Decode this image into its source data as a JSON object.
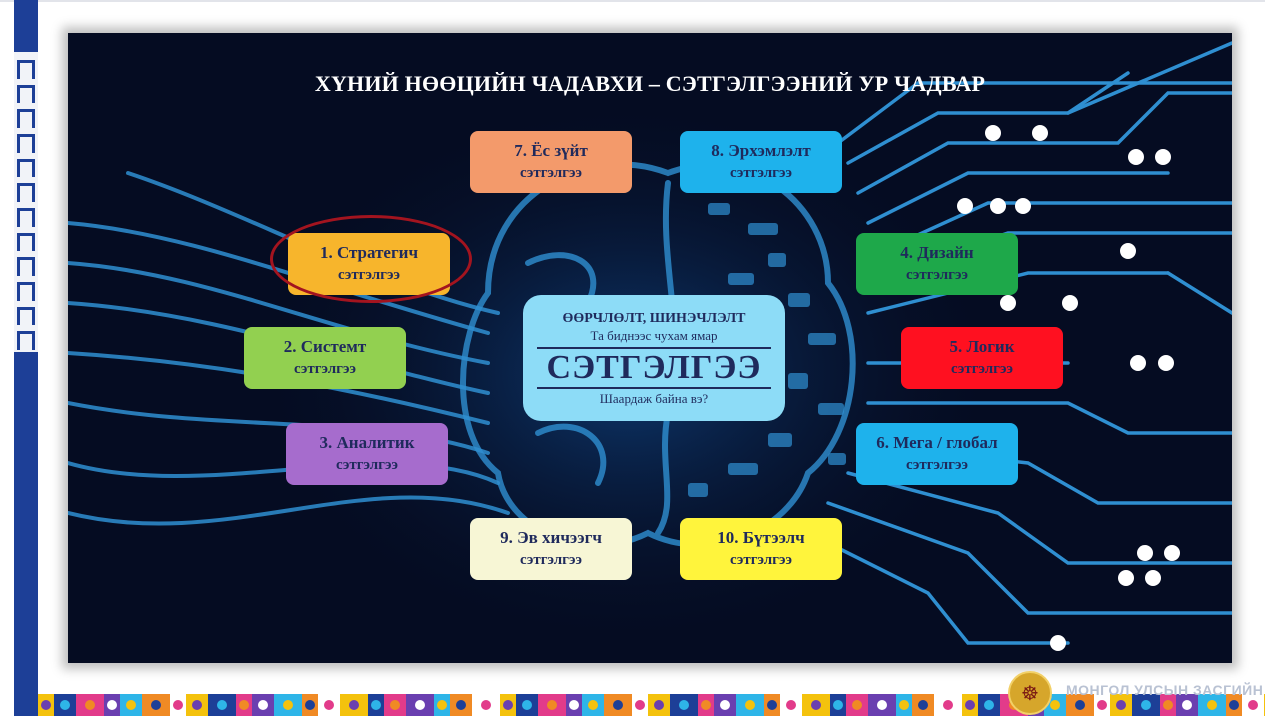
{
  "slide": {
    "title": "ХҮНИЙ НӨӨЦИЙН ЧАДАВХИ – СЭТГЭЛГЭЭНИЙ УР ЧАДВАР",
    "center": {
      "line1": "ӨӨРЧЛӨЛТ, ШИНЭЧЛЭЛТ",
      "line2": "Та биднээс чухам ямар",
      "line3": "СЭТГЭЛГЭЭ",
      "line4": "Шаардаж байна вэ?"
    },
    "boxes": [
      {
        "title": "1. Стратегич",
        "sub": "сэтгэлгээ",
        "color": "#f7b52c",
        "highlighted": true
      },
      {
        "title": "2. Системт",
        "sub": "сэтгэлгээ",
        "color": "#92d050"
      },
      {
        "title": "3. Аналитик",
        "sub": "сэтгэлгээ",
        "color": "#a66ccd"
      },
      {
        "title": "4. Дизайн",
        "sub": "сэтгэлгээ",
        "color": "#1ea84a"
      },
      {
        "title": "5. Логик",
        "sub": "сэтгэлгээ",
        "color": "#ff1020"
      },
      {
        "title": "6. Мега / глобал",
        "sub": "сэтгэлгээ",
        "color": "#1eb2ec"
      },
      {
        "title": "7. Ёс зүйт",
        "sub": "сэтгэлгээ",
        "color": "#f39a6b"
      },
      {
        "title": "8. Эрхэмлэлт",
        "sub": "сэтгэлгээ",
        "color": "#1eb2ec"
      },
      {
        "title": "9. Эв хичээгч",
        "sub": "сэтгэлгээ",
        "color": "#f7f6d5"
      },
      {
        "title": "10. Бүтээлч",
        "sub": "сэтгэлгээ",
        "color": "#fff43c"
      }
    ]
  },
  "footer": {
    "org": "МОНГОЛ УЛСЫН ЗАСГИЙН ГАЗАР",
    "emblem_icon": "state-emblem-icon"
  },
  "colors": {
    "slide_bg": "#050c22",
    "circuit": "#2f8fd1",
    "side_bar": "#1d3f97",
    "highlight_ring": "#a3141f"
  }
}
